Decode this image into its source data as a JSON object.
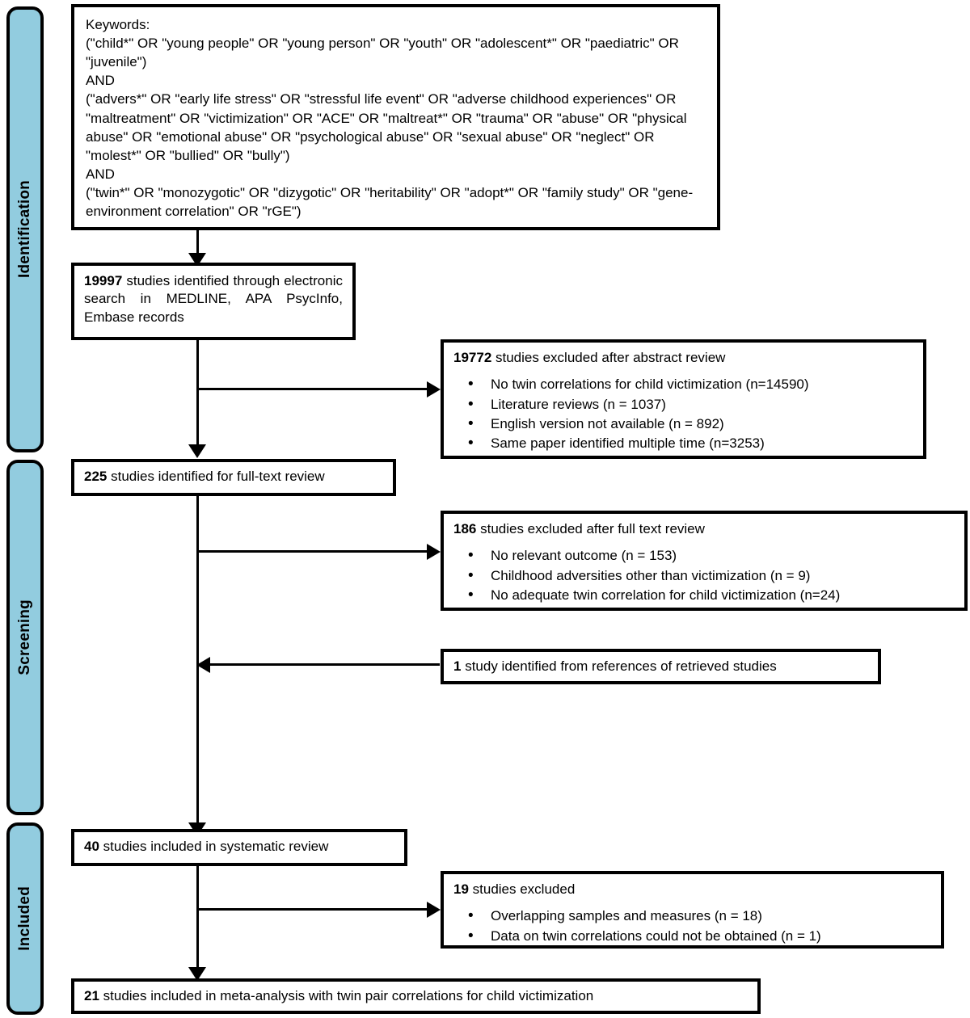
{
  "figure": {
    "type": "prisma-flow-diagram",
    "accent_color": "#92CCDF",
    "line_color": "#000000",
    "background": "#ffffff"
  },
  "stages": [
    {
      "id": "identification",
      "label": "Identification"
    },
    {
      "id": "screening",
      "label": "Screening"
    },
    {
      "id": "included",
      "label": "Included"
    }
  ],
  "boxes": {
    "keywords": {
      "text": "Keywords:\n(\"child*\" OR \"young people\" OR \"young person\" OR \"youth\" OR \"adolescent*\" OR \"paediatric\" OR \"juvenile\")\nAND\n(\"advers*\" OR \"early life stress\" OR \"stressful life event\" OR \"adverse childhood experiences\" OR \"maltreatment\" OR \"victimization\" OR \"ACE\" OR \"maltreat*\" OR \"trauma\" OR \"abuse\" OR \"physical abuse\" OR \"emotional abuse\" OR \"psychological abuse\" OR \"sexual abuse\" OR \"neglect\" OR \"molest*\" OR \"bullied\" OR \"bully\")\nAND\n(\"twin*\" OR \"monozygotic\" OR \"dizygotic\" OR \"heritability\" OR \"adopt*\" OR \"family study\" OR \"gene-environment correlation\" OR \"rGE\")"
    },
    "identified": {
      "count": "19997",
      "text": " studies identified through electronic search in MEDLINE, APA PsycInfo, Embase records"
    },
    "excluded_abstract": {
      "count": "19772",
      "text": " studies excluded after abstract review",
      "reasons": [
        "No twin correlations for child victimization (n=14590)",
        "Literature reviews (n = 1037)",
        "English version not available (n = 892)",
        "Same paper identified multiple time (n=3253)"
      ]
    },
    "fulltext": {
      "count": "225",
      "text": " studies identified for full-text review"
    },
    "excluded_fulltext": {
      "count": "186",
      "text": " studies excluded after full text review",
      "reasons": [
        "No relevant outcome (n = 153)",
        "Childhood adversities other than victimization (n = 9)",
        "No adequate twin correlation for child victimization (n=24)"
      ]
    },
    "references": {
      "count": "1",
      "text": " study identified from references of retrieved studies"
    },
    "systematic_review": {
      "count": "40",
      "text": " studies included in systematic review"
    },
    "excluded_final": {
      "count": "19",
      "text": " studies excluded",
      "reasons": [
        "Overlapping samples and measures (n = 18)",
        "Data on twin correlations could not be obtained (n = 1)"
      ]
    },
    "meta_analysis": {
      "count": "21",
      "text": " studies included in meta-analysis with twin pair correlations for child victimization"
    }
  }
}
